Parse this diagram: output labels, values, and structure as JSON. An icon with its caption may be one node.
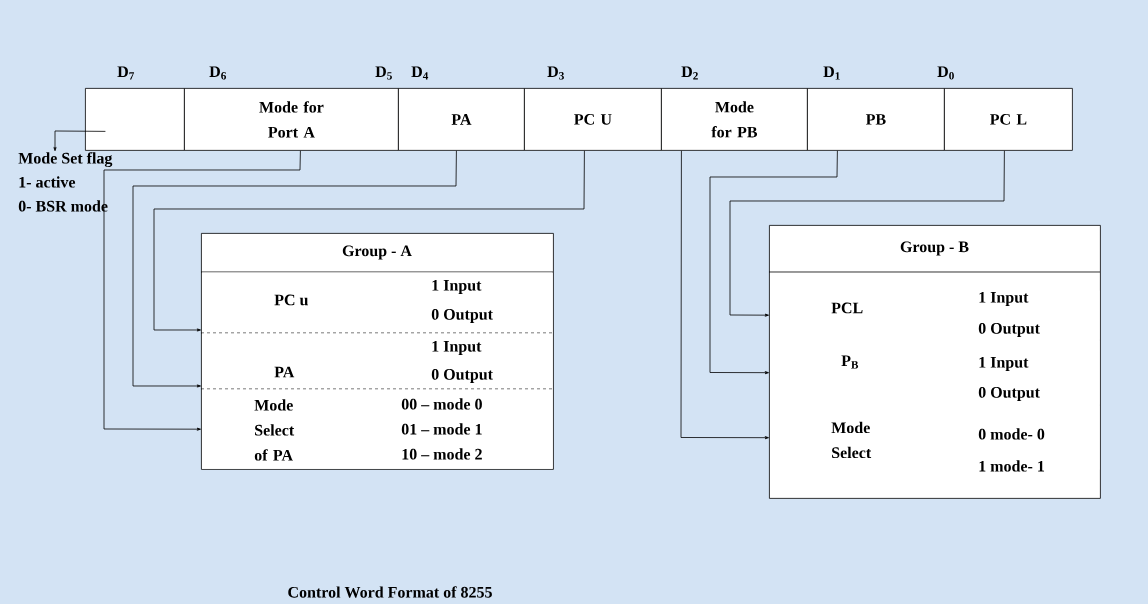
{
  "diagram": {
    "caption": "Control Word Format of 8255",
    "nodes": [
      {
        "text": [],
        "shape": "box"
      },
      {
        "text": [
          "Mode for Port A"
        ]
      },
      {
        "text": [
          "PA"
        ]
      },
      {
        "text": [
          "PC U"
        ]
      },
      {
        "text": [
          "Mode for PB"
        ]
      },
      {
        "text": [
          "PB"
        ]
      },
      {
        "text": [
          "PC L"
        ]
      },
      {
        "text": [
          "Mode Set flag",
          "1- active",
          "0- BSR mode"
        ]
      },
      {
        "text": [
          "Group - A"
        ]
      },
      {
        "text": [
          "PC u",
          "1 Input",
          "0 Output"
        ],
        "in": 8
      },
      {
        "text": [
          "1 Input",
          "PA",
          "0 Output"
        ],
        "in": 8
      },
      {
        "text": [
          "Mode Select of PA",
          "00 – mode 0",
          "01 – mode 1",
          "10 – mode 2"
        ],
        "in": 8
      },
      {
        "text": [
          "Group - B"
        ]
      },
      {
        "text": [
          "PCL",
          "1 Input",
          "0 Output"
        ],
        "in": 12
      },
      {
        "text": [
          "P$_{B}$",
          "1 Input",
          "0 Output"
        ],
        "in": 12
      },
      {
        "text": [
          "Mode Select",
          "0 mode- 0",
          "1 mode- 1"
        ],
        "in": 12
      }
    ],
    "edges": [
      {
        "from": 0,
        "to": 7,
        "arrow": "to"
      },
      {
        "from": 1,
        "to": 11,
        "arrow": "to"
      },
      {
        "from": 2,
        "to": 10,
        "arrow": "to"
      },
      {
        "from": 3,
        "to": 9,
        "arrow": "to"
      },
      {
        "from": 4,
        "to": 15,
        "arrow": "to"
      },
      {
        "from": 5,
        "to": 14,
        "arrow": "to"
      },
      {
        "from": 6,
        "to": 13,
        "arrow": "to"
      }
    ],
    "labels": [
      "D$_{7}$",
      "D$_{6}$",
      "D$_{5}$",
      "D$_{4}$",
      "D$_{3}$",
      "D$_{2}$",
      "D$_{1}$",
      "D$_{0}$"
    ]
  }
}
